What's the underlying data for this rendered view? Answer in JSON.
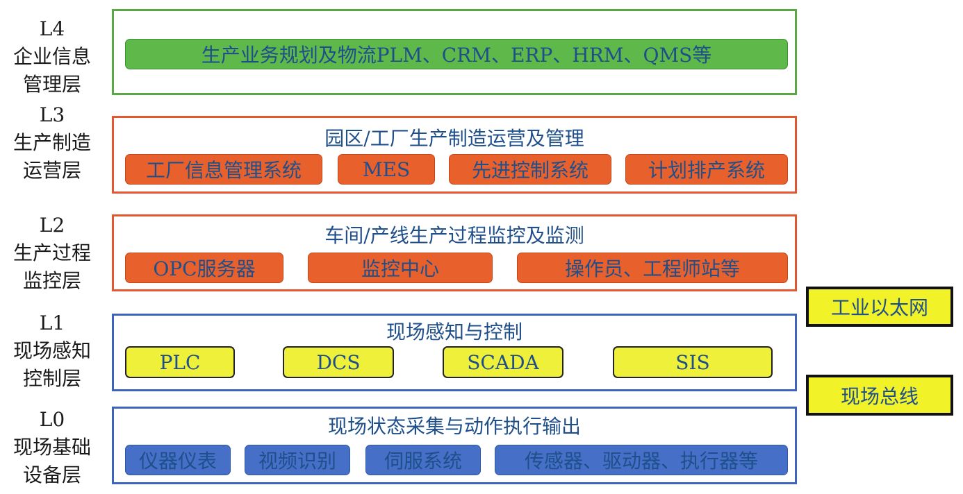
{
  "colors": {
    "l4_border": "#5aa845",
    "l3_border": "#e2572e",
    "l2_border": "#e2572e",
    "l1_border": "#3c63c0",
    "l0_border": "#3c63c0",
    "text_blue": "#1f4f8a",
    "module_green": "#5fb84a",
    "module_orange": "#e8612d",
    "module_yellow": "#eef03a",
    "module_blue": "#4670c8",
    "network_yellow": "#f2f229"
  },
  "layers": [
    {
      "code": "L4",
      "name_line1": "企业信息",
      "name_line2": "管理层",
      "title": "",
      "modules": [
        "生产业务规划及物流PLM、CRM、ERP、HRM、QMS等"
      ]
    },
    {
      "code": "L3",
      "name_line1": "生产制造",
      "name_line2": "运营层",
      "title": "园区/工厂生产制造运营及管理",
      "modules": [
        "工厂信息管理系统",
        "MES",
        "先进控制系统",
        "计划排产系统"
      ]
    },
    {
      "code": "L2",
      "name_line1": "生产过程",
      "name_line2": "监控层",
      "title": "车间/产线生产过程监控及监测",
      "modules": [
        "OPC服务器",
        "监控中心",
        "操作员、工程师站等"
      ]
    },
    {
      "code": "L1",
      "name_line1": "现场感知",
      "name_line2": "控制层",
      "title": "现场感知与控制",
      "modules": [
        "PLC",
        "DCS",
        "SCADA",
        "SIS"
      ]
    },
    {
      "code": "L0",
      "name_line1": "现场基础",
      "name_line2": "设备层",
      "title": "现场状态采集与动作执行输出",
      "modules": [
        "仪器仪表",
        "视频识别",
        "伺服系统",
        "传感器、驱动器、执行器等"
      ]
    }
  ],
  "networks": {
    "ethernet": "工业以太网",
    "fieldbus": "现场总线"
  }
}
